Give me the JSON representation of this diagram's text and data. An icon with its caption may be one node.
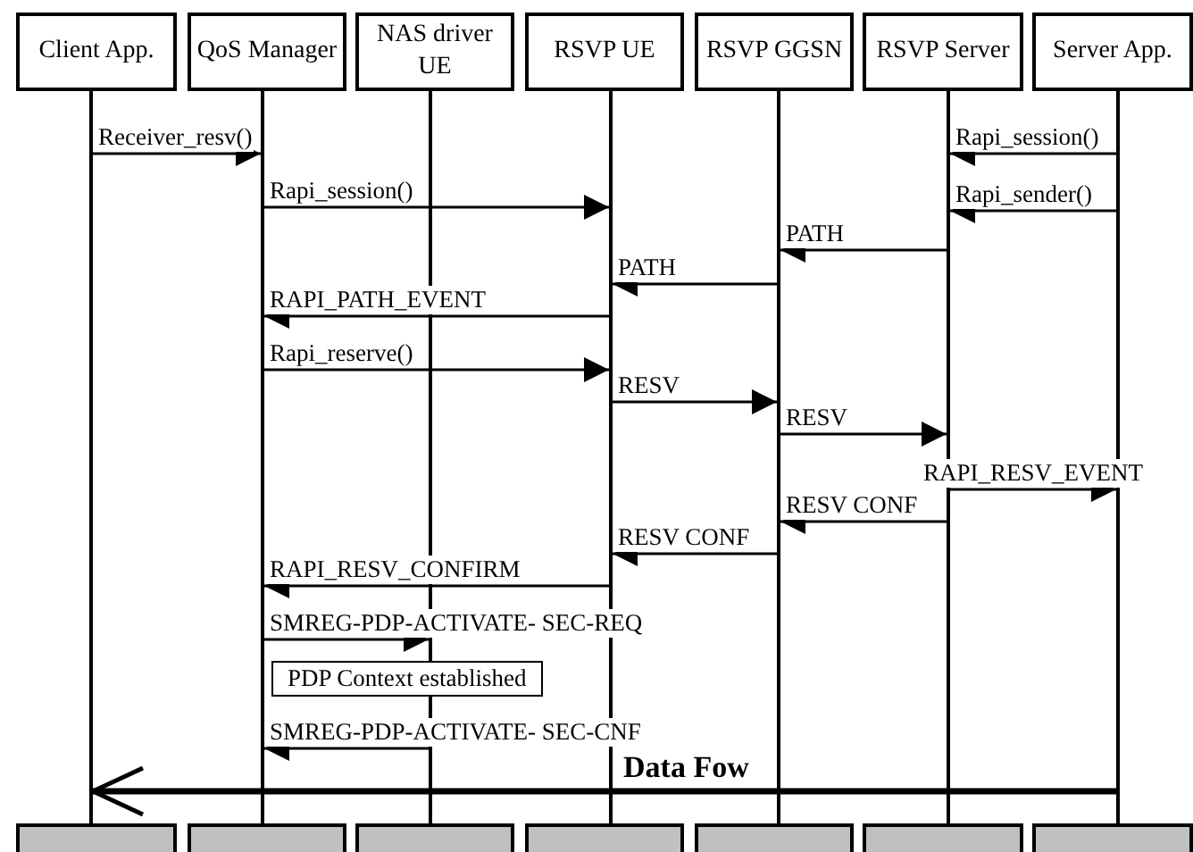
{
  "diagram": {
    "nodes": [
      {
        "text": [
          "Client App."
        ]
      },
      {
        "text": [
          "QoS Manager"
        ]
      },
      {
        "text": [
          "NAS driver UE"
        ]
      },
      {
        "text": [
          "RSVP UE"
        ]
      },
      {
        "text": [
          "RSVP GGSN"
        ]
      },
      {
        "text": [
          "RSVP Server"
        ]
      },
      {
        "text": [
          "Server App."
        ]
      },
      {
        "text": [],
        "shape": "bar"
      },
      {
        "text": [],
        "shape": "bar"
      },
      {
        "text": [],
        "shape": "bar"
      },
      {
        "text": [],
        "shape": "bar"
      },
      {
        "text": [],
        "shape": "bar"
      },
      {
        "text": [],
        "shape": "bar"
      },
      {
        "text": [],
        "shape": "bar"
      },
      {
        "text": [],
        "shape": "box"
      },
      {
        "text": [],
        "shape": "box"
      },
      {
        "text": [],
        "shape": "box"
      },
      {
        "text": [],
        "shape": "box"
      },
      {
        "text": [],
        "shape": "box"
      },
      {
        "text": [],
        "shape": "box"
      },
      {
        "text": [],
        "shape": "box"
      },
      {
        "text": [
          "PDP Context established"
        ]
      }
    ],
    "edges": [
      {
        "from": 7,
        "to": 8,
        "arrow": "to",
        "label": "Receiver_resv()"
      },
      {
        "from": 13,
        "to": 12,
        "arrow": "to",
        "label": "Rapi_session()"
      },
      {
        "from": 8,
        "to": 10,
        "arrow": "to",
        "label": "Rapi_session()"
      },
      {
        "from": 13,
        "to": 12,
        "arrow": "to",
        "label": "Rapi_sender()"
      },
      {
        "from": 12,
        "to": 11,
        "arrow": "to",
        "label": "PATH"
      },
      {
        "from": 11,
        "to": 10,
        "arrow": "to",
        "label": "PATH"
      },
      {
        "from": 10,
        "to": 8,
        "arrow": "to",
        "label": "RAPI_PATH_EVENT"
      },
      {
        "from": 8,
        "to": 10,
        "arrow": "to",
        "label": "Rapi_reserve()"
      },
      {
        "from": 10,
        "to": 11,
        "arrow": "to",
        "label": "RESV"
      },
      {
        "from": 11,
        "to": 12,
        "arrow": "to",
        "label": "RESV"
      },
      {
        "from": 12,
        "to": 13,
        "arrow": "to",
        "label": "RAPI_RESV_EVENT"
      },
      {
        "from": 12,
        "to": 11,
        "arrow": "to",
        "label": "RESV CONF"
      },
      {
        "from": 11,
        "to": 10,
        "arrow": "to",
        "label": "RESV CONF"
      },
      {
        "from": 10,
        "to": 8,
        "arrow": "to",
        "label": "RAPI_RESV_CONFIRM"
      },
      {
        "from": 8,
        "to": 9,
        "arrow": "to",
        "label": "SMREG-PDP-ACTIVATE- SEC-REQ"
      },
      {
        "from": 9,
        "to": 8,
        "arrow": "to",
        "label": "SMREG-PDP-ACTIVATE- SEC-CNF"
      },
      {
        "from": 13,
        "to": 7,
        "arrow": "to",
        "label": "Data Fow",
        "style": "thick"
      }
    ]
  }
}
